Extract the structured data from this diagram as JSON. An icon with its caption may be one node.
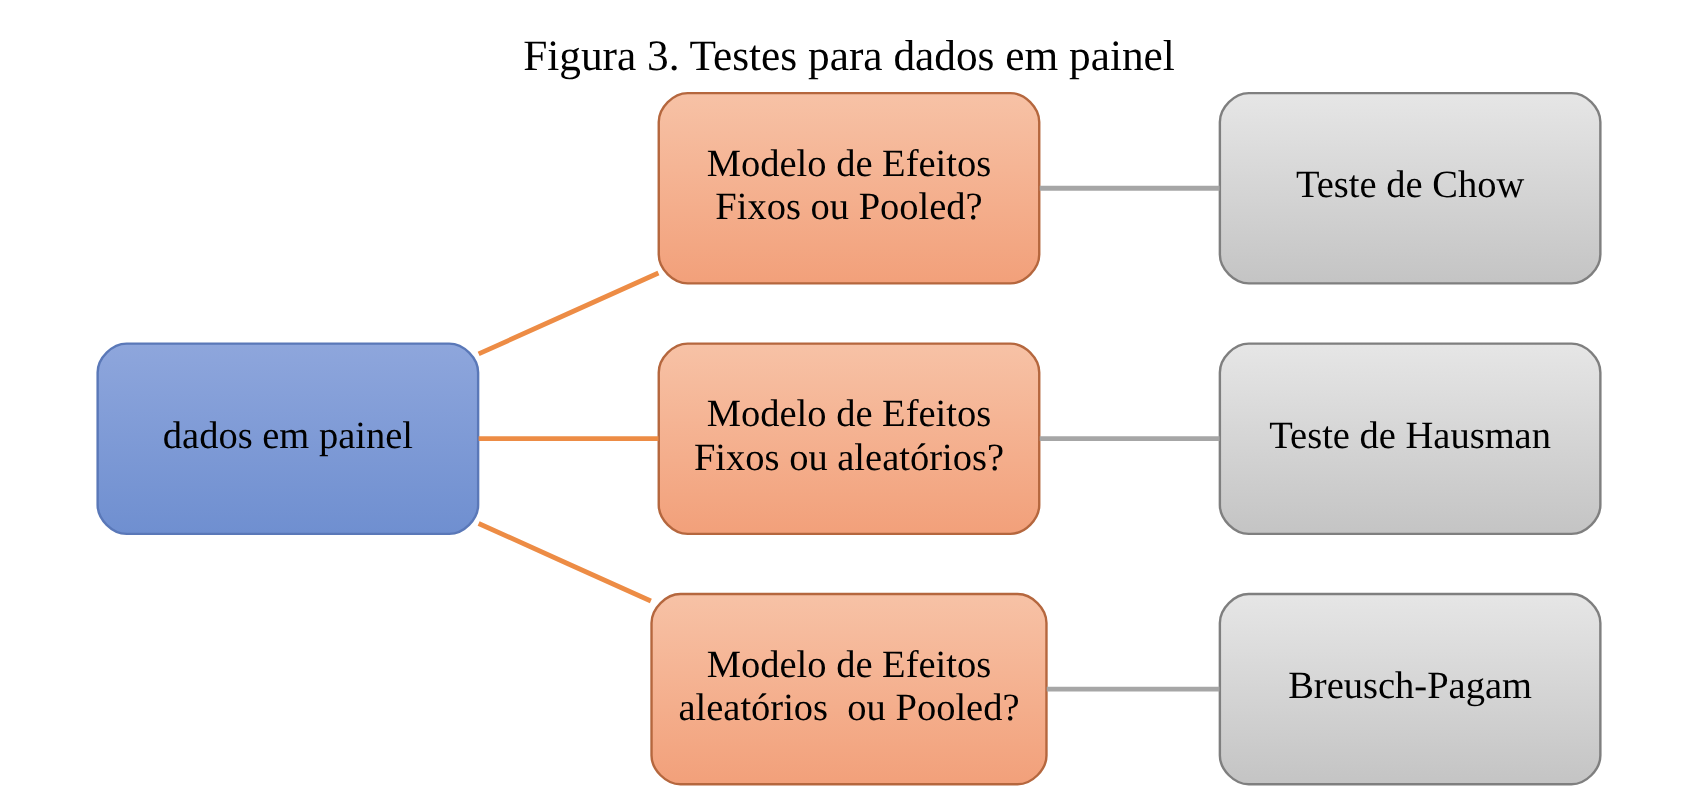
{
  "diagram": {
    "title": "Figura 3. Testes para dados em painel",
    "nodes": [
      {
        "text": [
          "dados em painel"
        ]
      },
      {
        "text": [
          "Modelo de Efeitos Fixos ou Pooled?"
        ]
      },
      {
        "text": [
          "Modelo de Efeitos Fixos ou aleatórios?"
        ]
      },
      {
        "text": [
          "Modelo de Efeitos aleatórios  ou Pooled?"
        ]
      },
      {
        "text": [
          "Teste de Chow"
        ]
      },
      {
        "text": [
          "Teste de Hausman"
        ]
      },
      {
        "text": [
          "Breusch-Pagam"
        ]
      }
    ],
    "edges": [
      {
        "from": 0,
        "to": 1,
        "arrow": "none",
        "color": "#ed8c45"
      },
      {
        "from": 0,
        "to": 2,
        "arrow": "none",
        "color": "#ed8c45"
      },
      {
        "from": 0,
        "to": 3,
        "arrow": "none",
        "color": "#ed8c45"
      },
      {
        "from": 1,
        "to": 4,
        "arrow": "none",
        "color": "#a6a6a6"
      },
      {
        "from": 2,
        "to": 5,
        "arrow": "none",
        "color": "#a6a6a6"
      },
      {
        "from": 3,
        "to": 6,
        "arrow": "none",
        "color": "#a6a6a6"
      }
    ]
  }
}
